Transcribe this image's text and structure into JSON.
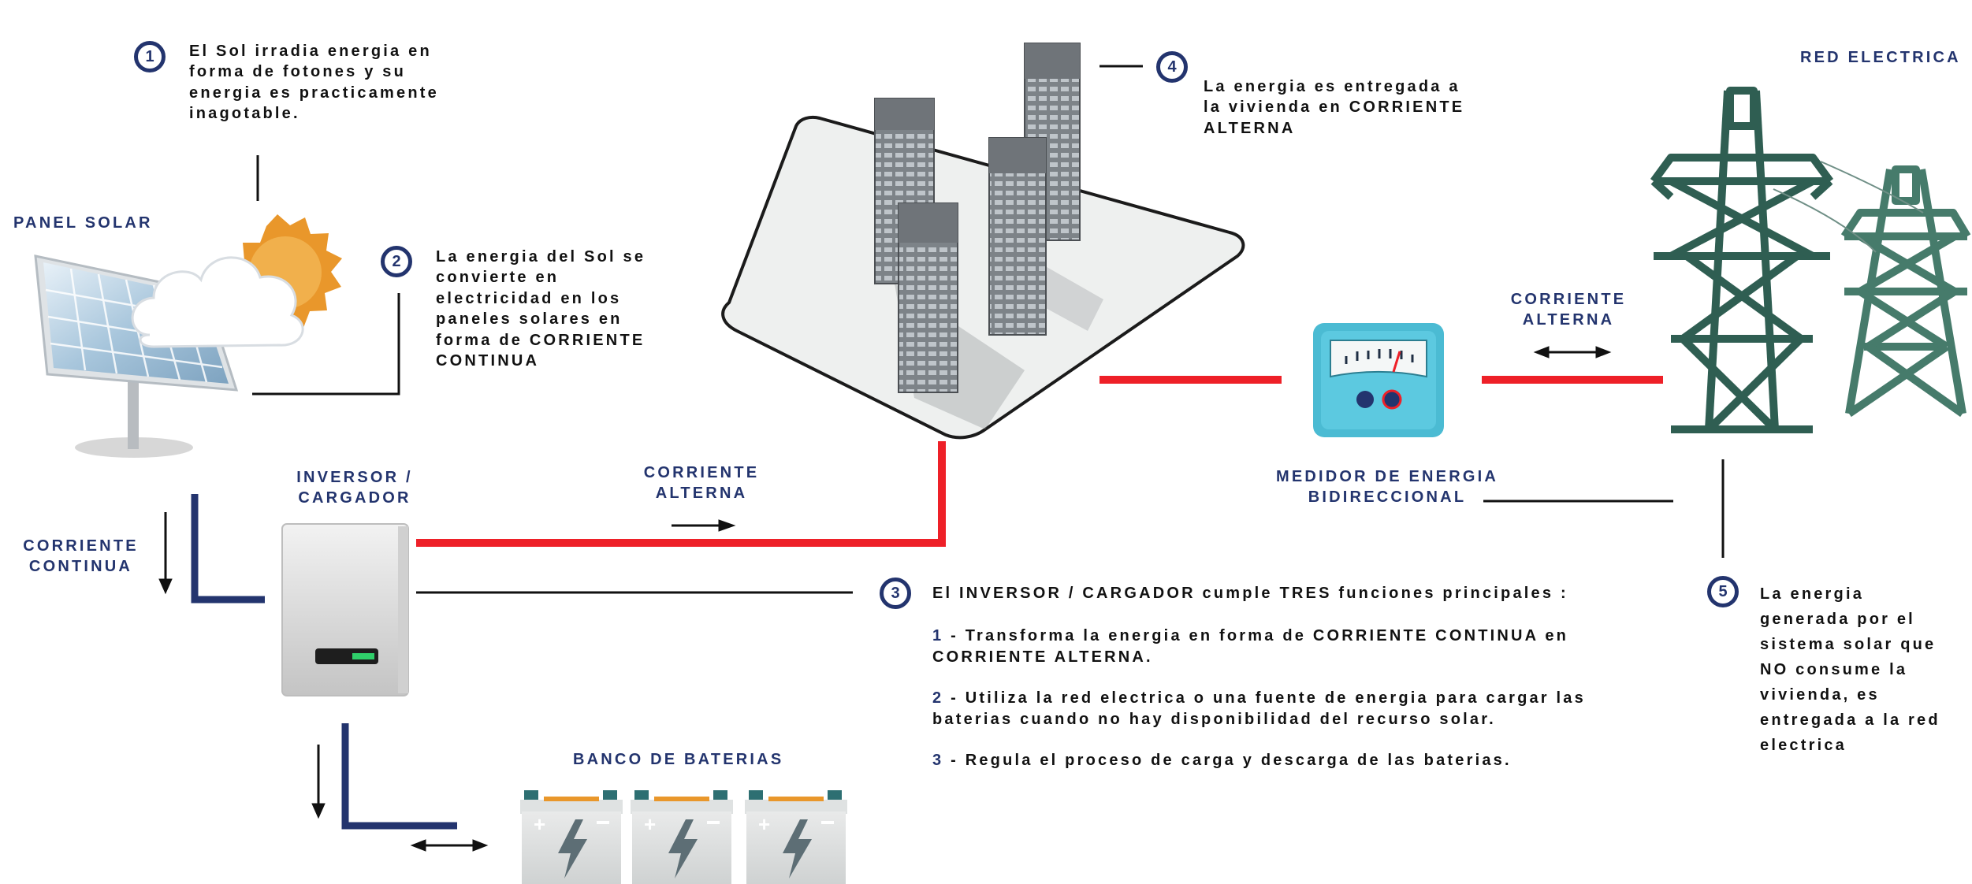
{
  "colors": {
    "navy": "#23346e",
    "red": "#ee2028",
    "black": "#111111",
    "tower_green": "#2f5e52",
    "meter_cyan": "#4bbbd3",
    "sun_orange": "#e9972b"
  },
  "icons": [
    "solar-panel-icon",
    "sun-icon",
    "cloud-icon",
    "buildings-icon",
    "energy-meter-icon",
    "transmission-tower-icon",
    "inverter-icon",
    "battery-icon",
    "arrow-icon"
  ],
  "steps": [
    {
      "num": "1",
      "text": "El Sol irradia energia en forma de fotones y su energia es practicamente inagotable."
    },
    {
      "num": "2",
      "text": "La energia del Sol se convierte en electricidad en los paneles solares en forma de CORRIENTE CONTINUA"
    },
    {
      "num": "3",
      "text": "El INVERSOR / CARGADOR cumple TRES funciones principales :",
      "functions": [
        {
          "num": "1",
          "text": " - Transforma la energia en forma de CORRIENTE CONTINUA en CORRIENTE ALTERNA."
        },
        {
          "num": "2",
          "text": " - Utiliza la red electrica o una fuente de energia para cargar las baterias cuando no hay disponibilidad del recurso solar."
        },
        {
          "num": "3",
          "text": " - Regula el proceso de carga y descarga de las baterias."
        }
      ]
    },
    {
      "num": "4",
      "text": "La energia es entregada a la vivienda en CORRIENTE ALTERNA"
    },
    {
      "num": "5",
      "text": "La energia generada por el sistema solar que NO consume la vivienda, es entregada a la red electrica"
    }
  ],
  "labels": {
    "panel_solar": "PANEL SOLAR",
    "red_electrica": "RED ELECTRICA",
    "inversor": "INVERSOR / CARGADOR",
    "corriente_alterna_1": "CORRIENTE ALTERNA",
    "corriente_alterna_2": "CORRIENTE ALTERNA",
    "corriente_continua": "CORRIENTE CONTINUA",
    "medidor": "MEDIDOR DE ENERGIA BIDIRECCIONAL",
    "banco": "BANCO DE BATERIAS"
  }
}
